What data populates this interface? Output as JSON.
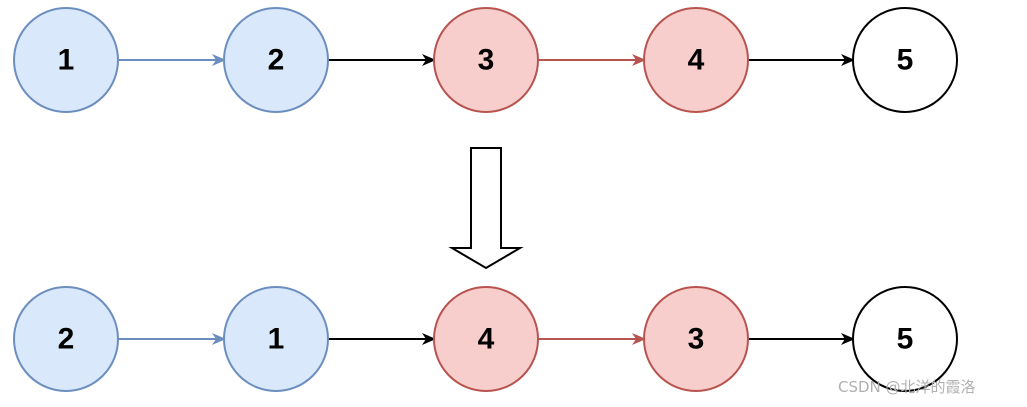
{
  "top_list": {
    "nodes": [
      {
        "label": "1",
        "group": "blue"
      },
      {
        "label": "2",
        "group": "blue"
      },
      {
        "label": "3",
        "group": "red"
      },
      {
        "label": "4",
        "group": "red"
      },
      {
        "label": "5",
        "group": "white"
      }
    ],
    "links": [
      "blue",
      "black",
      "red",
      "black"
    ]
  },
  "bottom_list": {
    "nodes": [
      {
        "label": "2",
        "group": "blue"
      },
      {
        "label": "1",
        "group": "blue"
      },
      {
        "label": "4",
        "group": "red"
      },
      {
        "label": "3",
        "group": "red"
      },
      {
        "label": "5",
        "group": "white"
      }
    ],
    "links": [
      "blue",
      "black",
      "red",
      "black"
    ]
  },
  "colors": {
    "blue_fill": "#dae8fc",
    "blue_stroke": "#6c8ebf",
    "red_fill": "#f8cecc",
    "red_stroke": "#b85450",
    "white_fill": "#ffffff",
    "white_stroke": "#000000",
    "black_link": "#000000"
  },
  "watermark": "CSDN @北洋的霞洛"
}
